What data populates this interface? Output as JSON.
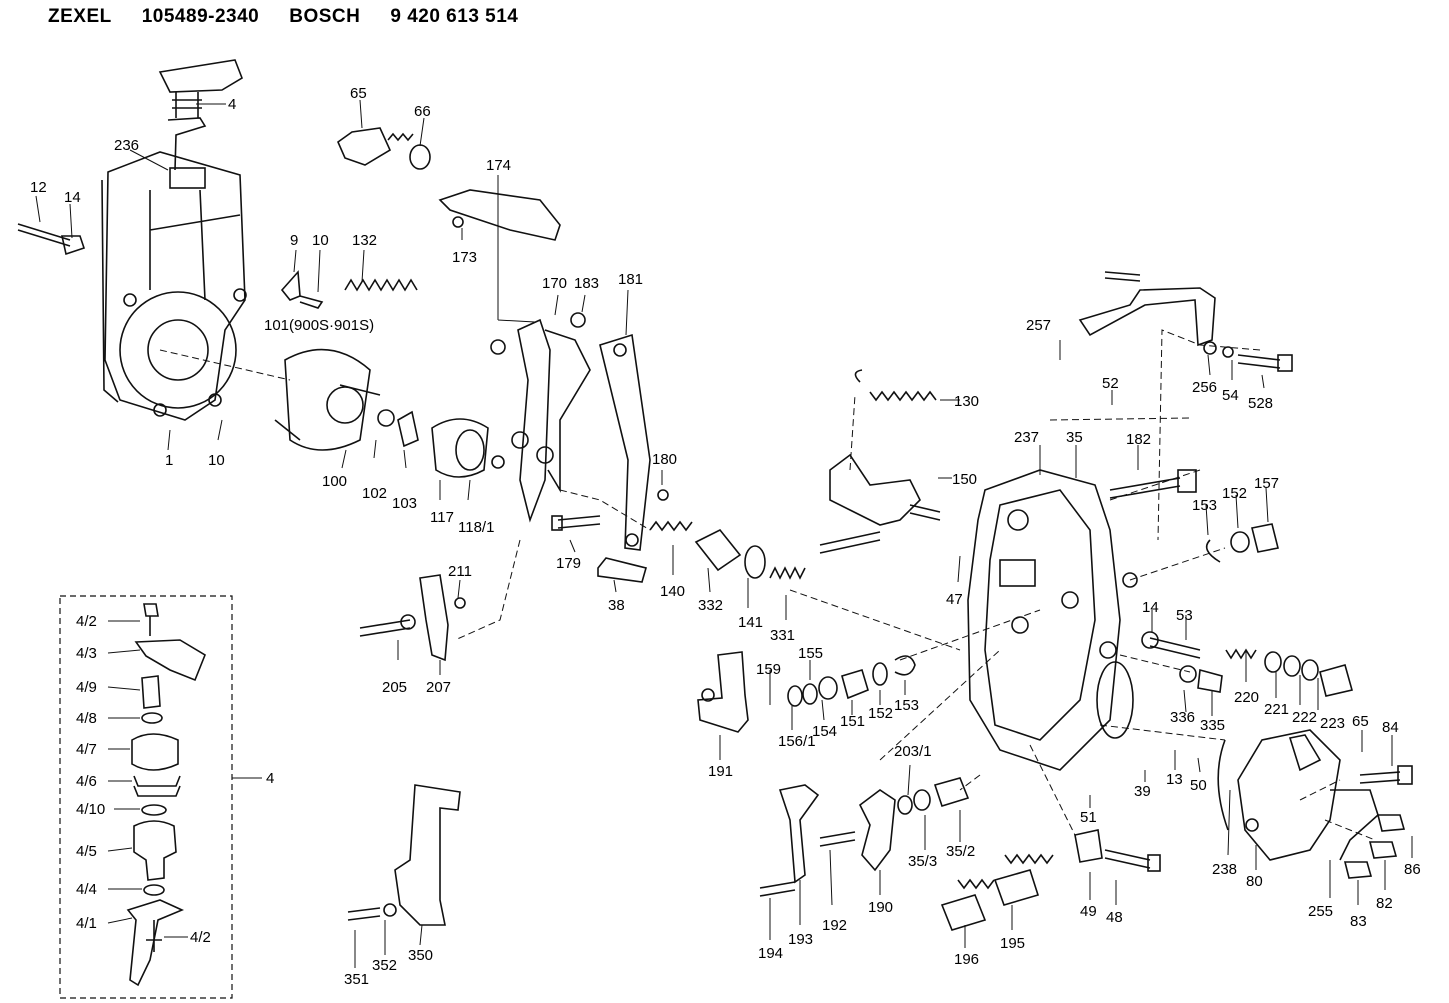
{
  "header": {
    "maker1": "ZEXEL",
    "part1": "105489-2340",
    "maker2": "BOSCH",
    "part2": "9 420 613 514"
  },
  "labels": {
    "l4": "4",
    "l236": "236",
    "l12": "12",
    "l14a": "14",
    "l1": "1",
    "l10a": "10",
    "l9": "9",
    "l10b": "10",
    "l132": "132",
    "l101": "101(900S·901S)",
    "l65": "65",
    "l66": "66",
    "l174": "174",
    "l173": "173",
    "l100": "100",
    "l102": "102",
    "l103": "103",
    "l117": "117",
    "l118": "118/1",
    "l170": "170",
    "l183": "183",
    "l181": "181",
    "l180": "180",
    "l179": "179",
    "l211": "211",
    "l205": "205",
    "l207": "207",
    "l38": "38",
    "l140": "140",
    "l332": "332",
    "l141": "141",
    "l331": "331",
    "l130": "130",
    "l150": "150",
    "l47": "47",
    "l257": "257",
    "l52": "52",
    "l256": "256",
    "l54": "54",
    "l528": "528",
    "l237": "237",
    "l35": "35",
    "l182": "182",
    "l153a": "153",
    "l152a": "152",
    "l157": "157",
    "l14b": "14",
    "l53": "53",
    "l220": "220",
    "l221": "221",
    "l222": "222",
    "l223": "223",
    "l336": "336",
    "l335": "335",
    "l159": "159",
    "l155": "155",
    "l156": "156/1",
    "l154": "154",
    "l151": "151",
    "l152b": "152",
    "l153b": "153",
    "l191": "191",
    "l203": "203/1",
    "l353": "35/3",
    "l352b": "35/2",
    "l39": "39",
    "l13": "13",
    "l50": "50",
    "l51": "51",
    "l65b": "65",
    "l84": "84",
    "l238": "238",
    "l80": "80",
    "l255": "255",
    "l86": "86",
    "l82": "82",
    "l83": "83",
    "l49": "49",
    "l48": "48",
    "l194": "194",
    "l193": "193",
    "l192": "192",
    "l190": "190",
    "l196": "196",
    "l195": "195",
    "l351": "351",
    "l352": "352",
    "l350": "350",
    "k42a": "4/2",
    "k43": "4/3",
    "k49": "4/9",
    "k48": "4/8",
    "k47": "4/7",
    "k46": "4/6",
    "k410": "4/10",
    "k45": "4/5",
    "k44": "4/4",
    "k41": "4/1",
    "k42b": "4/2",
    "kit4": "4"
  }
}
